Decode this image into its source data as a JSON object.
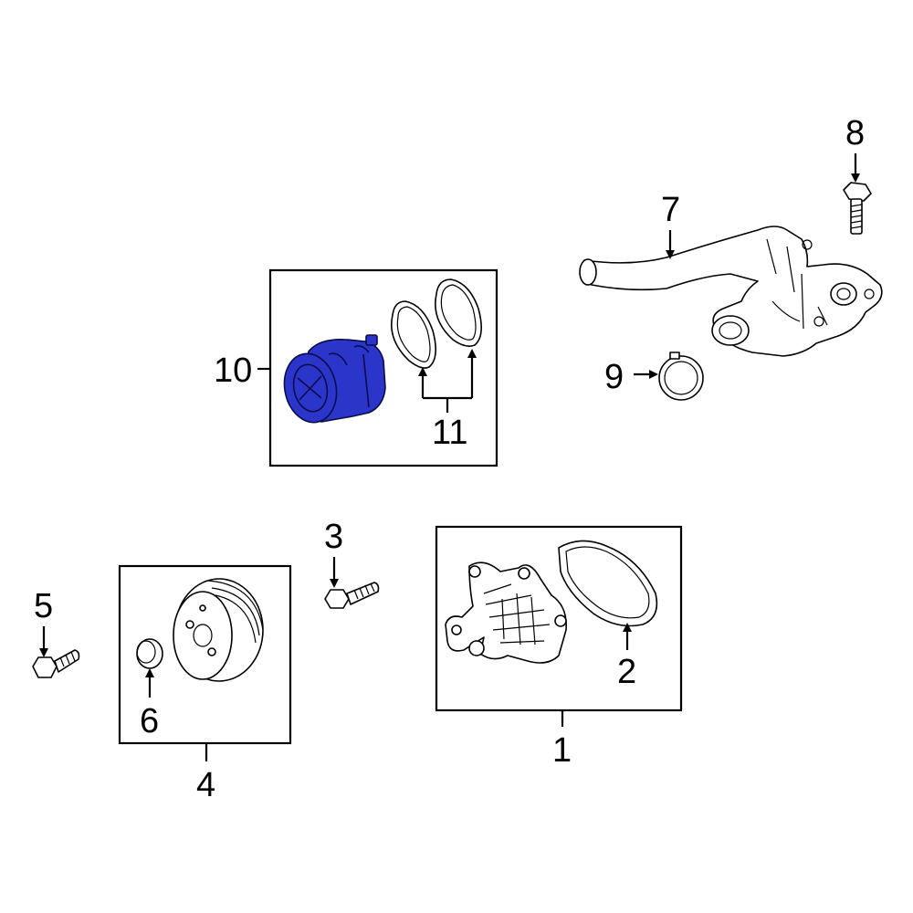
{
  "callouts": {
    "c1": "1",
    "c2": "2",
    "c3": "3",
    "c4": "4",
    "c5": "5",
    "c6": "6",
    "c7": "7",
    "c8": "8",
    "c9": "9",
    "c10": "10",
    "c11": "11"
  },
  "highlight_color": "#2b35c9",
  "highlighted_part": "10"
}
